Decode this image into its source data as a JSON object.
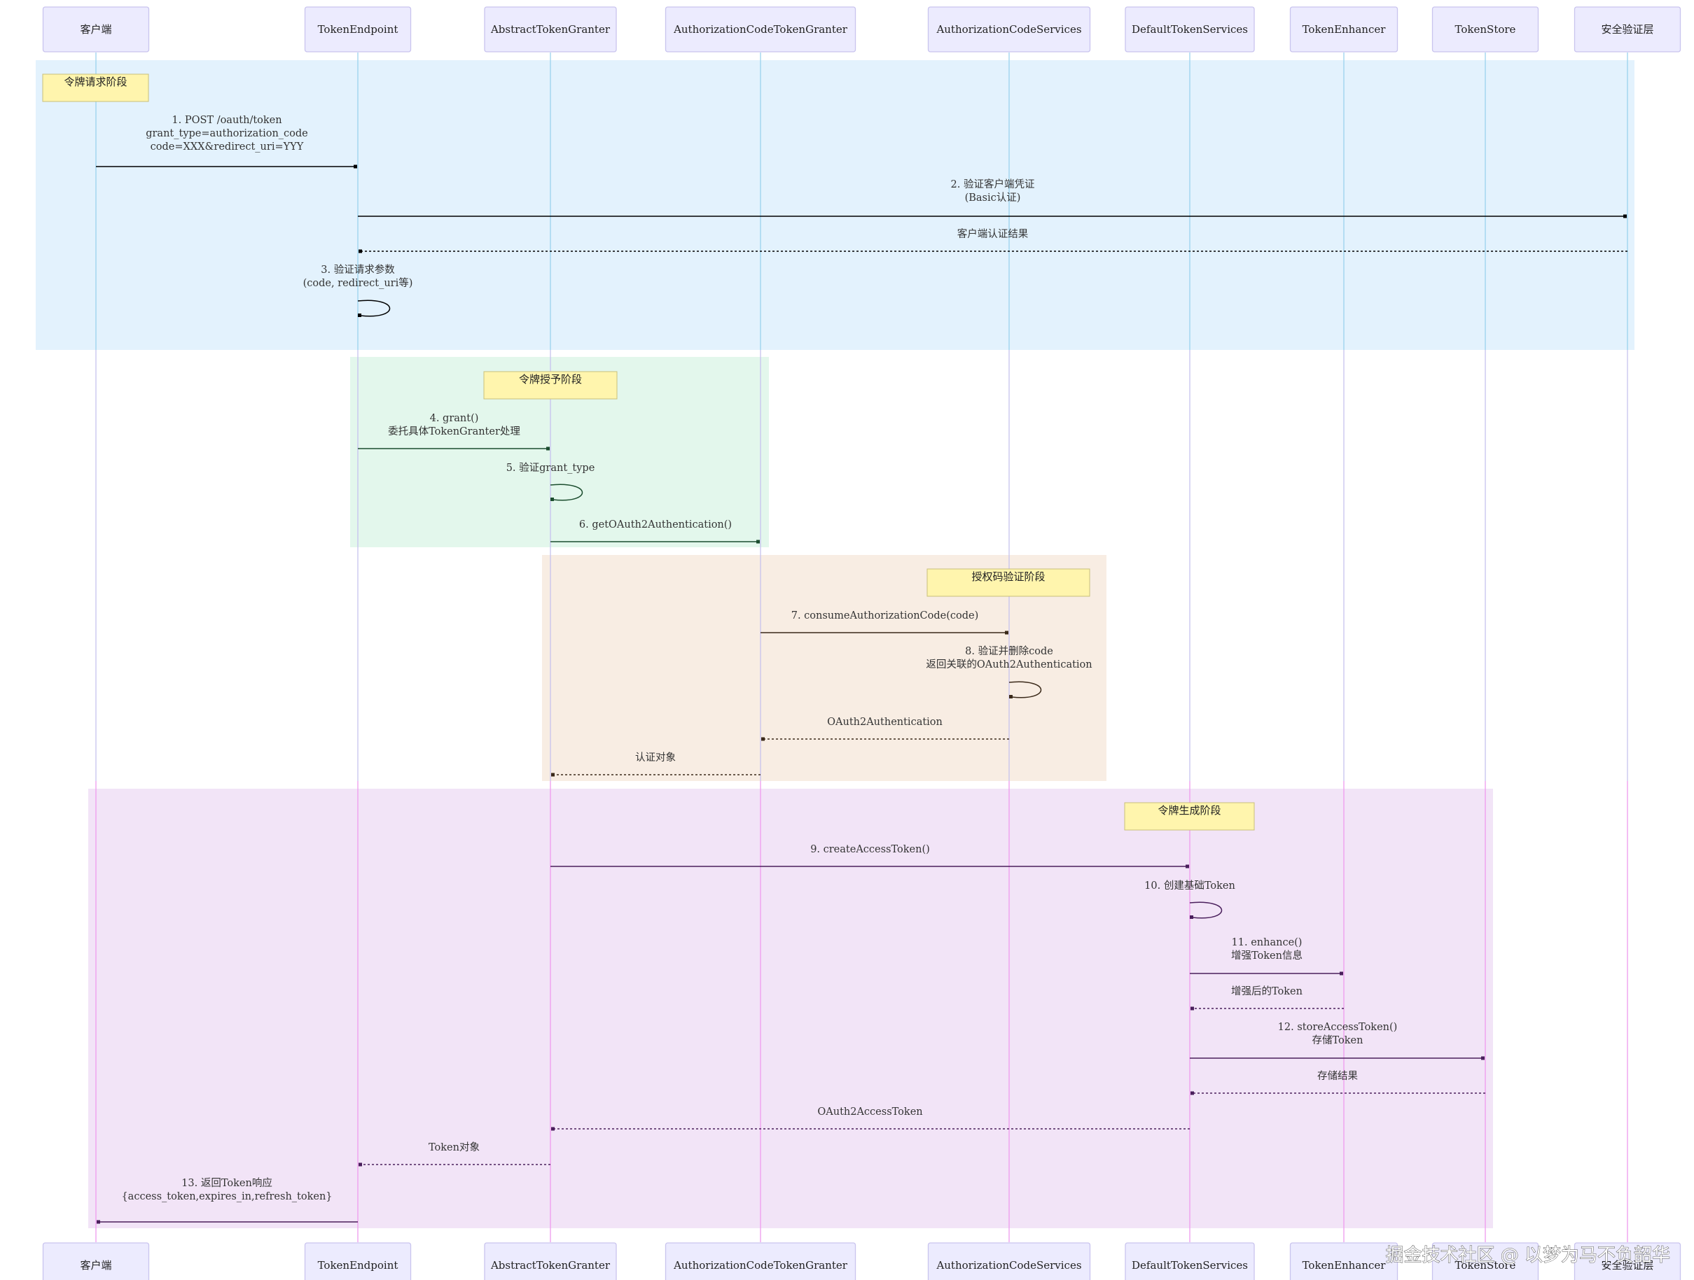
{
  "actors": [
    {
      "id": "client",
      "label": "客户端"
    },
    {
      "id": "tep",
      "label": "TokenEndpoint"
    },
    {
      "id": "atg",
      "label": "AbstractTokenGranter"
    },
    {
      "id": "actg",
      "label": "AuthorizationCodeTokenGranter"
    },
    {
      "id": "acs",
      "label": "AuthorizationCodeServices"
    },
    {
      "id": "dts",
      "label": "DefaultTokenServices"
    },
    {
      "id": "te",
      "label": "TokenEnhancer"
    },
    {
      "id": "ts",
      "label": "TokenStore"
    },
    {
      "id": "sec",
      "label": "安全验证层"
    }
  ],
  "phases": [
    {
      "name": "令牌请求阶段",
      "color": "#e3f2fd"
    },
    {
      "name": "令牌授予阶段",
      "color": "#e3f7ec"
    },
    {
      "name": "授权码验证阶段",
      "color": "#f8ede3"
    },
    {
      "name": "令牌生成阶段",
      "color": "#f2e4f7"
    }
  ],
  "messages": [
    {
      "from": "client",
      "to": "tep",
      "style": "solid",
      "color": "#000000",
      "lines": [
        "1. POST /oauth/token",
        "grant_type=authorization_code",
        "code=XXX&redirect_uri=YYY"
      ]
    },
    {
      "from": "tep",
      "to": "sec",
      "style": "solid",
      "color": "#000000",
      "lines": [
        "2. 验证客户端凭证",
        "(Basic认证)"
      ]
    },
    {
      "from": "sec",
      "to": "tep",
      "style": "dotted",
      "color": "#000000",
      "lines": [
        "客户端认证结果"
      ]
    },
    {
      "from": "tep",
      "to": "tep",
      "style": "self",
      "color": "#000000",
      "lines": [
        "3. 验证请求参数",
        "(code, redirect_uri等)"
      ]
    },
    {
      "from": "tep",
      "to": "atg",
      "style": "solid",
      "color": "#1b4d2e",
      "lines": [
        "4. grant()",
        "委托具体TokenGranter处理"
      ]
    },
    {
      "from": "atg",
      "to": "atg",
      "style": "self",
      "color": "#1b4d2e",
      "lines": [
        "5. 验证grant_type"
      ]
    },
    {
      "from": "atg",
      "to": "actg",
      "style": "solid",
      "color": "#1b4d2e",
      "lines": [
        "6. getOAuth2Authentication()"
      ]
    },
    {
      "from": "actg",
      "to": "acs",
      "style": "solid",
      "color": "#3b2a1a",
      "lines": [
        "7. consumeAuthorizationCode(code)"
      ]
    },
    {
      "from": "acs",
      "to": "acs",
      "style": "self",
      "color": "#3b2a1a",
      "lines": [
        "8. 验证并删除code",
        "返回关联的OAuth2Authentication"
      ]
    },
    {
      "from": "acs",
      "to": "actg",
      "style": "dotted",
      "color": "#3b2a1a",
      "lines": [
        "OAuth2Authentication"
      ]
    },
    {
      "from": "actg",
      "to": "atg",
      "style": "dotted",
      "color": "#3b2a1a",
      "lines": [
        "认证对象"
      ]
    },
    {
      "from": "atg",
      "to": "dts",
      "style": "solid",
      "color": "#4a1f5c",
      "lines": [
        "9. createAccessToken()"
      ]
    },
    {
      "from": "dts",
      "to": "dts",
      "style": "self",
      "color": "#4a1f5c",
      "lines": [
        "10. 创建基础Token"
      ]
    },
    {
      "from": "dts",
      "to": "te",
      "style": "solid",
      "color": "#4a1f5c",
      "lines": [
        "11. enhance()",
        "增强Token信息"
      ]
    },
    {
      "from": "te",
      "to": "dts",
      "style": "dotted",
      "color": "#4a1f5c",
      "lines": [
        "增强后的Token"
      ]
    },
    {
      "from": "dts",
      "to": "ts",
      "style": "solid",
      "color": "#4a1f5c",
      "lines": [
        "12. storeAccessToken()",
        "存储Token"
      ]
    },
    {
      "from": "ts",
      "to": "dts",
      "style": "dotted",
      "color": "#4a1f5c",
      "lines": [
        "存储结果"
      ]
    },
    {
      "from": "dts",
      "to": "atg",
      "style": "dotted",
      "color": "#4a1f5c",
      "lines": [
        "OAuth2AccessToken"
      ]
    },
    {
      "from": "atg",
      "to": "tep",
      "style": "dotted",
      "color": "#4a1f5c",
      "lines": [
        "Token对象"
      ]
    },
    {
      "from": "tep",
      "to": "client",
      "style": "solid",
      "color": "#4a1f5c",
      "lines": [
        "13. 返回Token响应",
        "{access_token,expires_in,refresh_token}"
      ]
    }
  ],
  "watermark": "掘金技术社区 @ 以梦为马不负韶华"
}
